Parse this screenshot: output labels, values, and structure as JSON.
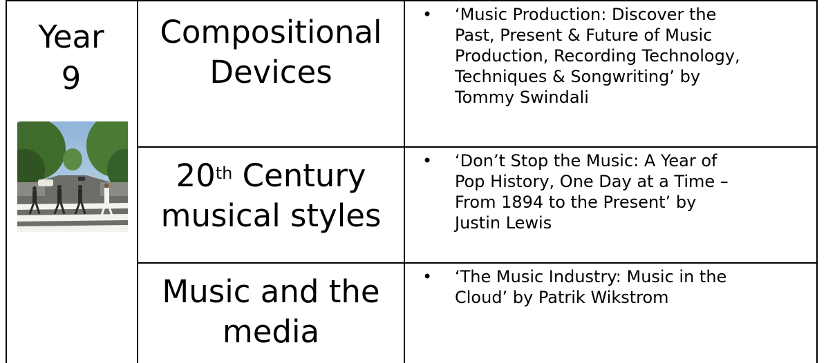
{
  "year": {
    "label": "Year",
    "number": "9"
  },
  "image": {
    "description_icon": "abbey-road-photo-icon"
  },
  "rows": [
    {
      "topic_lines": [
        "Compositional",
        "Devices"
      ],
      "book": "‘Music Production: Discover the Past, Present & Future of Music Production, Recording Technology, Techniques & Songwriting’ by Tommy Swindali",
      "book_lines": [
        "‘Music Production: Discover the",
        "Past, Present & Future of Music",
        "Production, Recording Technology,",
        "Techniques & Songwriting’ by",
        "Tommy Swindali"
      ]
    },
    {
      "topic_prefix": "20",
      "topic_sup": "th",
      "topic_rest": " Century",
      "topic_line2": "musical styles",
      "book_lines": [
        "‘Don’t Stop the Music: A Year of",
        "Pop History, One Day at a Time –",
        "From 1894 to the Present’ by",
        "Justin Lewis"
      ]
    },
    {
      "topic_lines": [
        "Music and the",
        "media"
      ],
      "book_lines": [
        "‘The Music Industry: Music in the",
        "Cloud’ by Patrik Wikstrom"
      ]
    }
  ],
  "bullet": "•"
}
